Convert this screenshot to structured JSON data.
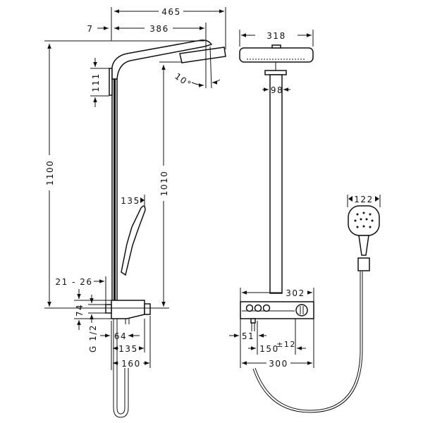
{
  "drawing": {
    "side_view": {
      "overall_width": "465",
      "wall_offset": "7",
      "arm_reach": "386",
      "bracket_height": "111",
      "head_tilt": "10°",
      "overall_height": "1100",
      "head_height": "1010",
      "handshower_offset": "135",
      "wall_distance": "21 - 26",
      "inlet_height": "74",
      "connection_thread": "G 1/2",
      "outlet_spacing": "64",
      "body_depth": "135",
      "total_depth": "160"
    },
    "front_view": {
      "head_width": "318",
      "pipe_width": "98",
      "handshower_width": "122",
      "body_width": "302",
      "inlet_offset": "51",
      "inlet_spacing": "150",
      "inlet_spacing_tolerance": "±12",
      "base_width": "300"
    }
  }
}
